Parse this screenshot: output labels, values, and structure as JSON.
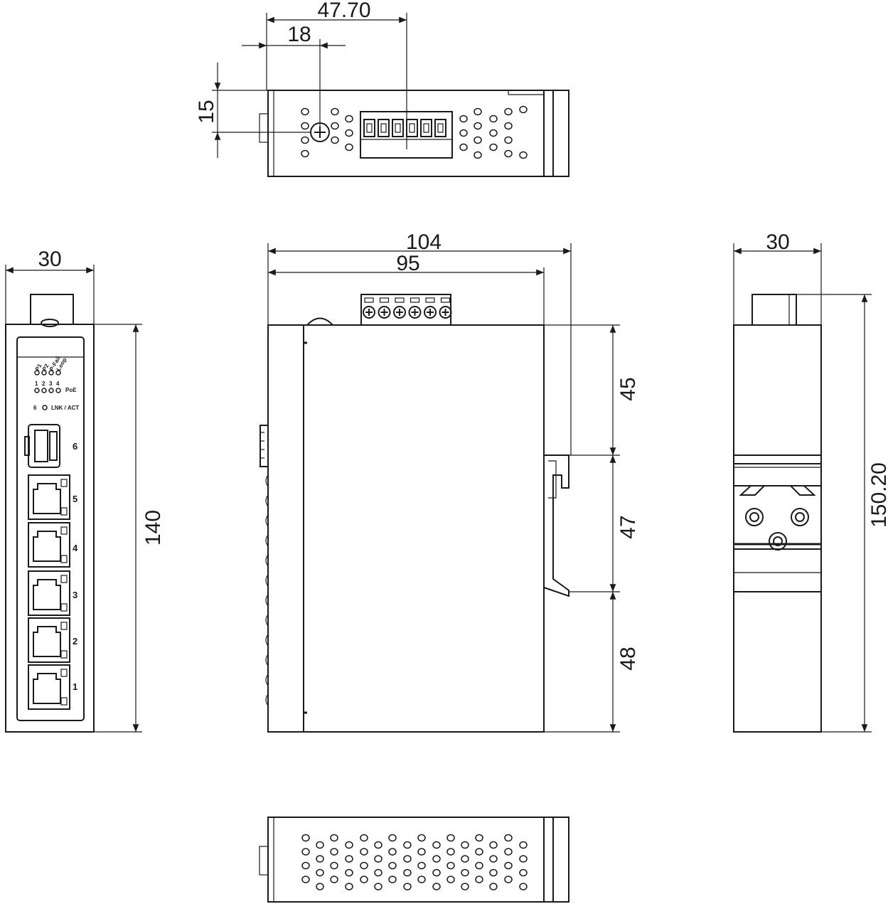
{
  "dimensions": {
    "top_total": "47.70",
    "top_offset": "18",
    "top_height": "15",
    "front_width": "30",
    "front_height": "140",
    "side_depth": "104",
    "side_body": "95",
    "side_upper": "45",
    "side_mid": "47",
    "side_lower": "48",
    "rear_width": "30",
    "rear_height": "150.20"
  },
  "front_panel": {
    "led_labels": [
      "P1",
      "P2",
      "P-Fail",
      "Loop"
    ],
    "led_numbers": [
      "1",
      "2",
      "3",
      "4"
    ],
    "poe_label": "PoE",
    "sfp_led_num": "6",
    "lnk_label": "LNK / ACT",
    "ports": [
      "6",
      "5",
      "4",
      "3",
      "2",
      "1"
    ]
  }
}
